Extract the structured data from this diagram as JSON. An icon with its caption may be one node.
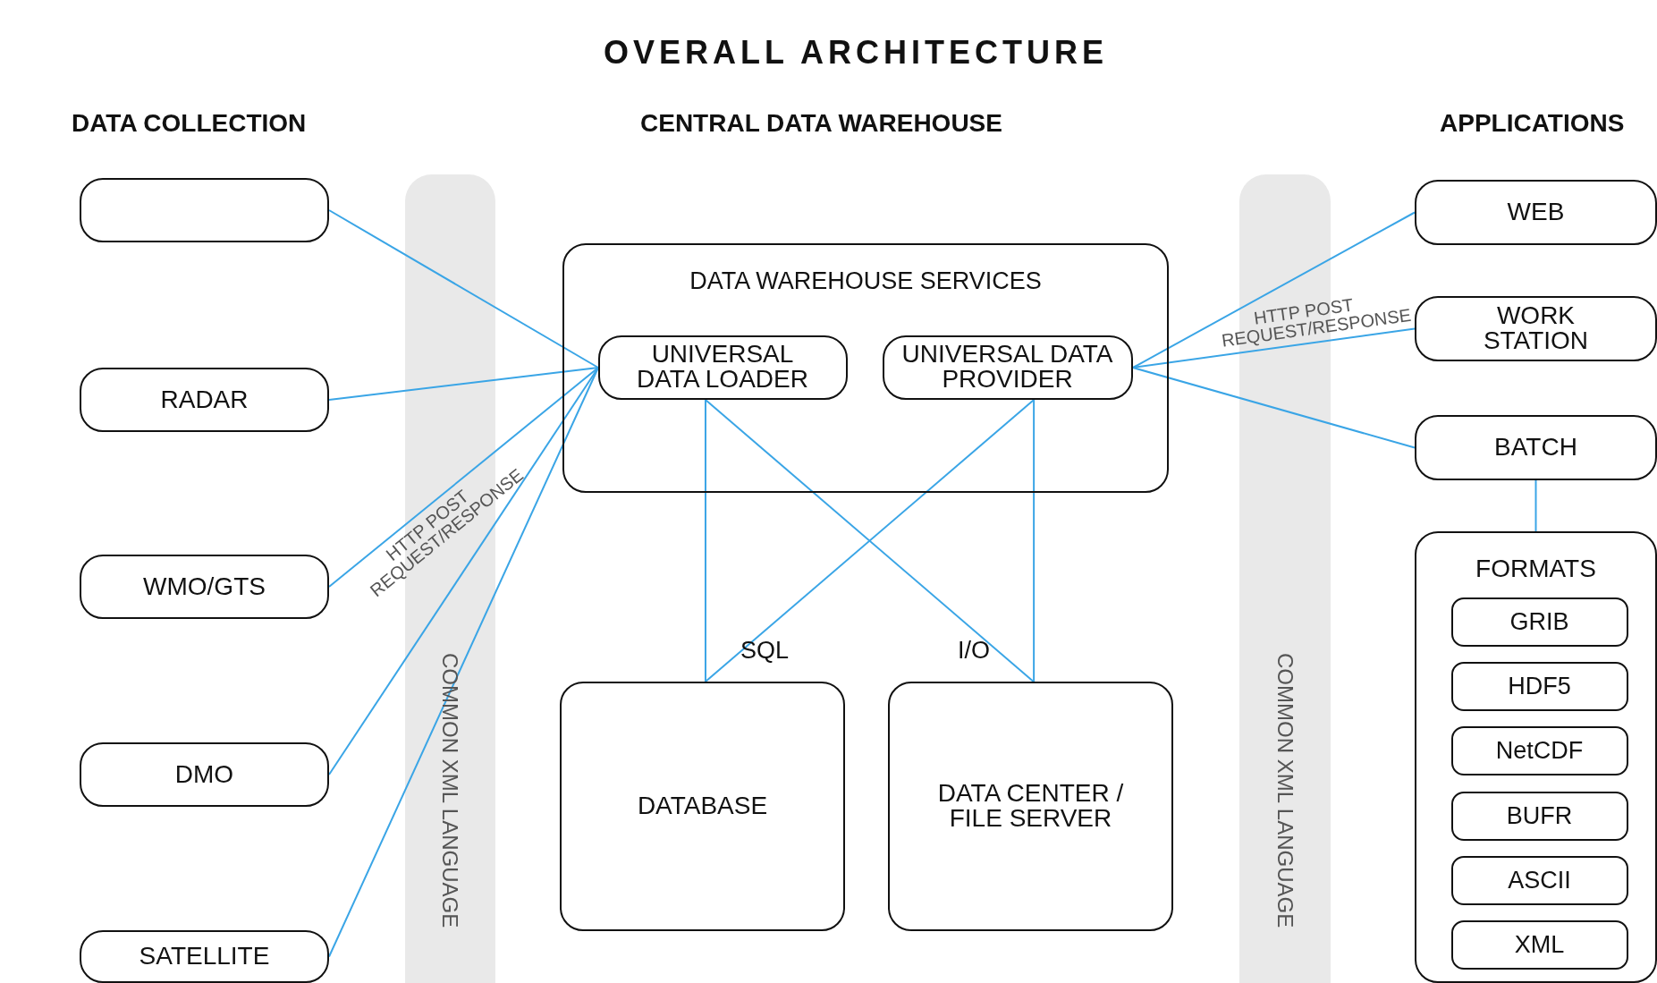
{
  "diagram": {
    "title": "OVERALL ARCHITECTURE",
    "nodes": [
      {
        "text": [],
        "shape": "box"
      },
      {
        "text": [
          "RADAR"
        ]
      },
      {
        "text": [
          "WMO/GTS"
        ]
      },
      {
        "text": [
          "DMO"
        ]
      },
      {
        "text": [
          "SATELLITE"
        ]
      },
      {
        "text": [
          "DATA WAREHOUSE SERVICES"
        ]
      },
      {
        "text": [
          "UNIVERSAL DATA LOADER"
        ],
        "in": 5
      },
      {
        "text": [
          "UNIVERSAL DATA PROVIDER"
        ],
        "in": 5
      },
      {
        "text": [
          "DATABASE"
        ]
      },
      {
        "text": [
          "DATA CENTER / FILE SERVER"
        ]
      },
      {
        "text": [
          "WEB"
        ]
      },
      {
        "text": [
          "WORK STATION"
        ]
      },
      {
        "text": [
          "BATCH"
        ]
      },
      {
        "text": [
          "FORMATS"
        ]
      },
      {
        "text": [
          "GRIB"
        ],
        "in": 13
      },
      {
        "text": [
          "HDF5"
        ],
        "in": 13
      },
      {
        "text": [
          "NetCDF"
        ],
        "in": 13
      },
      {
        "text": [
          "BUFR"
        ],
        "in": 13
      },
      {
        "text": [
          "ASCII"
        ],
        "in": 13
      },
      {
        "text": [
          "XML"
        ],
        "in": 13
      }
    ],
    "edges": [
      {
        "from": 0,
        "to": 6,
        "arrow": "none"
      },
      {
        "from": 1,
        "to": 6,
        "arrow": "none"
      },
      {
        "from": 2,
        "to": 6,
        "arrow": "none",
        "label": "HTTP POST REQUEST/RESPONSE"
      },
      {
        "from": 3,
        "to": 6,
        "arrow": "none"
      },
      {
        "from": 4,
        "to": 6,
        "arrow": "none"
      },
      {
        "from": 7,
        "to": 10,
        "arrow": "none"
      },
      {
        "from": 7,
        "to": 11,
        "arrow": "none",
        "label": "HTTP POST REQUEST/RESPONSE"
      },
      {
        "from": 7,
        "to": 12,
        "arrow": "none"
      },
      {
        "from": 12,
        "to": 13,
        "arrow": "none"
      },
      {
        "from": 6,
        "to": 8,
        "arrow": "none"
      },
      {
        "from": 6,
        "to": 9,
        "arrow": "none"
      },
      {
        "from": 7,
        "to": 8,
        "arrow": "none"
      },
      {
        "from": 7,
        "to": 9,
        "arrow": "none"
      }
    ],
    "labels": [
      "DATA COLLECTION",
      "CENTRAL DATA WAREHOUSE",
      "APPLICATIONS",
      "SQL",
      "I/O",
      "COMMON XML LANGUAGE",
      "COMMON XML LANGUAGE"
    ]
  }
}
